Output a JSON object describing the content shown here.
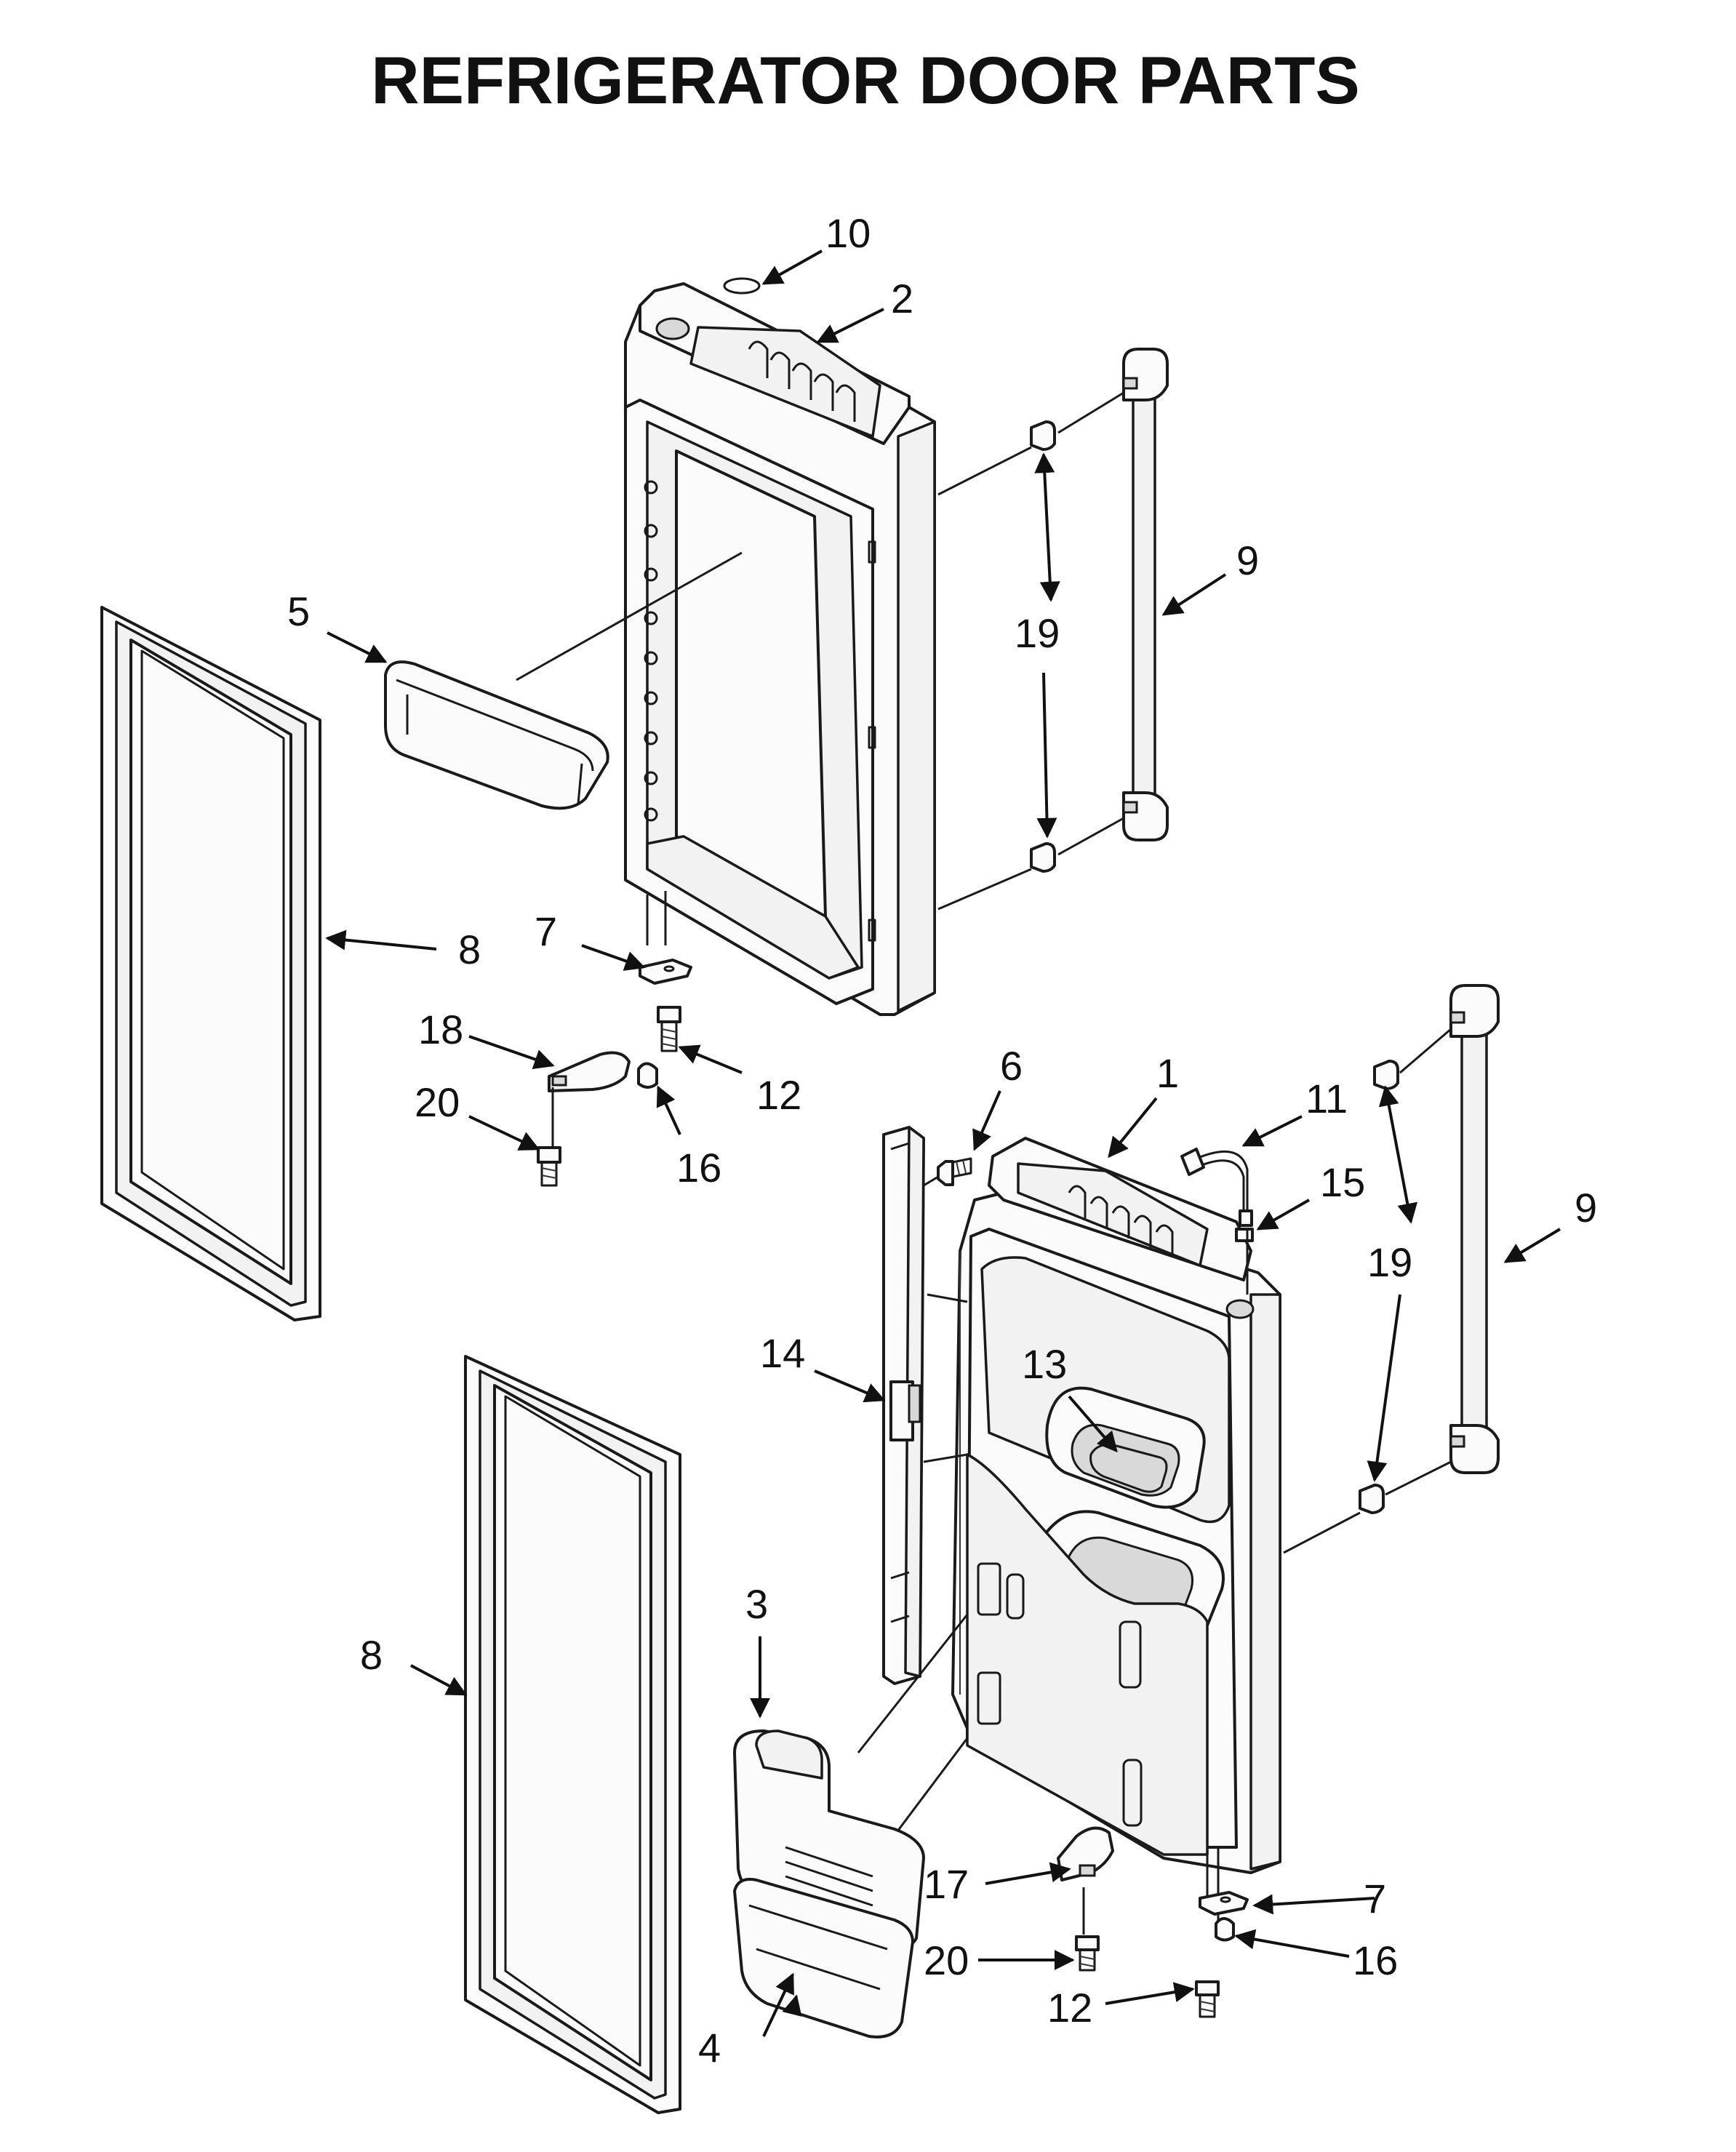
{
  "title": "REFRIGERATOR DOOR PARTS",
  "callouts": {
    "c1": "1",
    "c2": "2",
    "c3": "3",
    "c4": "4",
    "c5": "5",
    "c6": "6",
    "c7a": "7",
    "c7b": "7",
    "c8a": "8",
    "c8b": "8",
    "c9a": "9",
    "c9b": "9",
    "c10": "10",
    "c11": "11",
    "c12a": "12",
    "c12b": "12",
    "c13": "13",
    "c14": "14",
    "c15": "15",
    "c16a": "16",
    "c16b": "16",
    "c17": "17",
    "c18": "18",
    "c19a": "19",
    "c19b": "19",
    "c20a": "20",
    "c20b": "20"
  }
}
